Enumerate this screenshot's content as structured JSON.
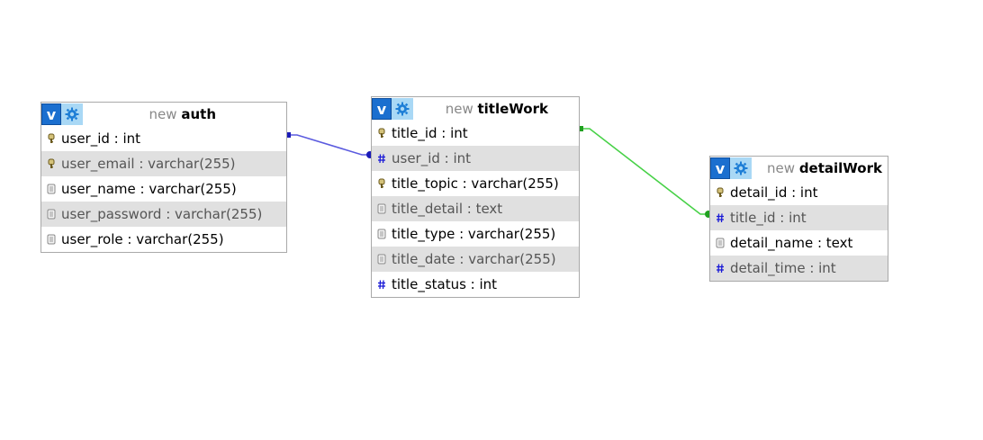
{
  "colors": {
    "relation_auth_titlework": "#5b5bdf",
    "relation_titlework_detailwork": "#47d147",
    "header_v_button": "#1b6fcf",
    "header_gear_button": "#a9d8f5",
    "alt_row": "#e0e0e0"
  },
  "tables": {
    "auth": {
      "v_label": "v",
      "new_label": "new",
      "name": "auth",
      "columns": [
        {
          "icon": "key-icon",
          "text": "user_id : int"
        },
        {
          "icon": "key-icon",
          "text": "user_email : varchar(255)"
        },
        {
          "icon": "column-icon",
          "text": "user_name : varchar(255)"
        },
        {
          "icon": "column-icon",
          "text": "user_password : varchar(255)"
        },
        {
          "icon": "column-icon",
          "text": "user_role : varchar(255)"
        }
      ]
    },
    "titleWork": {
      "v_label": "v",
      "new_label": "new",
      "name": "titleWork",
      "columns": [
        {
          "icon": "key-icon",
          "text": "title_id : int"
        },
        {
          "icon": "hash-icon",
          "text": "user_id : int"
        },
        {
          "icon": "key-icon",
          "text": "title_topic : varchar(255)"
        },
        {
          "icon": "column-icon",
          "text": "title_detail : text"
        },
        {
          "icon": "column-icon",
          "text": "title_type : varchar(255)"
        },
        {
          "icon": "column-icon",
          "text": "title_date : varchar(255)"
        },
        {
          "icon": "hash-icon",
          "text": "title_status : int"
        }
      ]
    },
    "detailWork": {
      "v_label": "v",
      "new_label": "new",
      "name": "detailWork",
      "columns": [
        {
          "icon": "key-icon",
          "text": "detail_id : int"
        },
        {
          "icon": "hash-icon",
          "text": "title_id : int"
        },
        {
          "icon": "column-icon",
          "text": "detail_name : text"
        },
        {
          "icon": "hash-icon",
          "text": "detail_time : int"
        }
      ]
    }
  }
}
